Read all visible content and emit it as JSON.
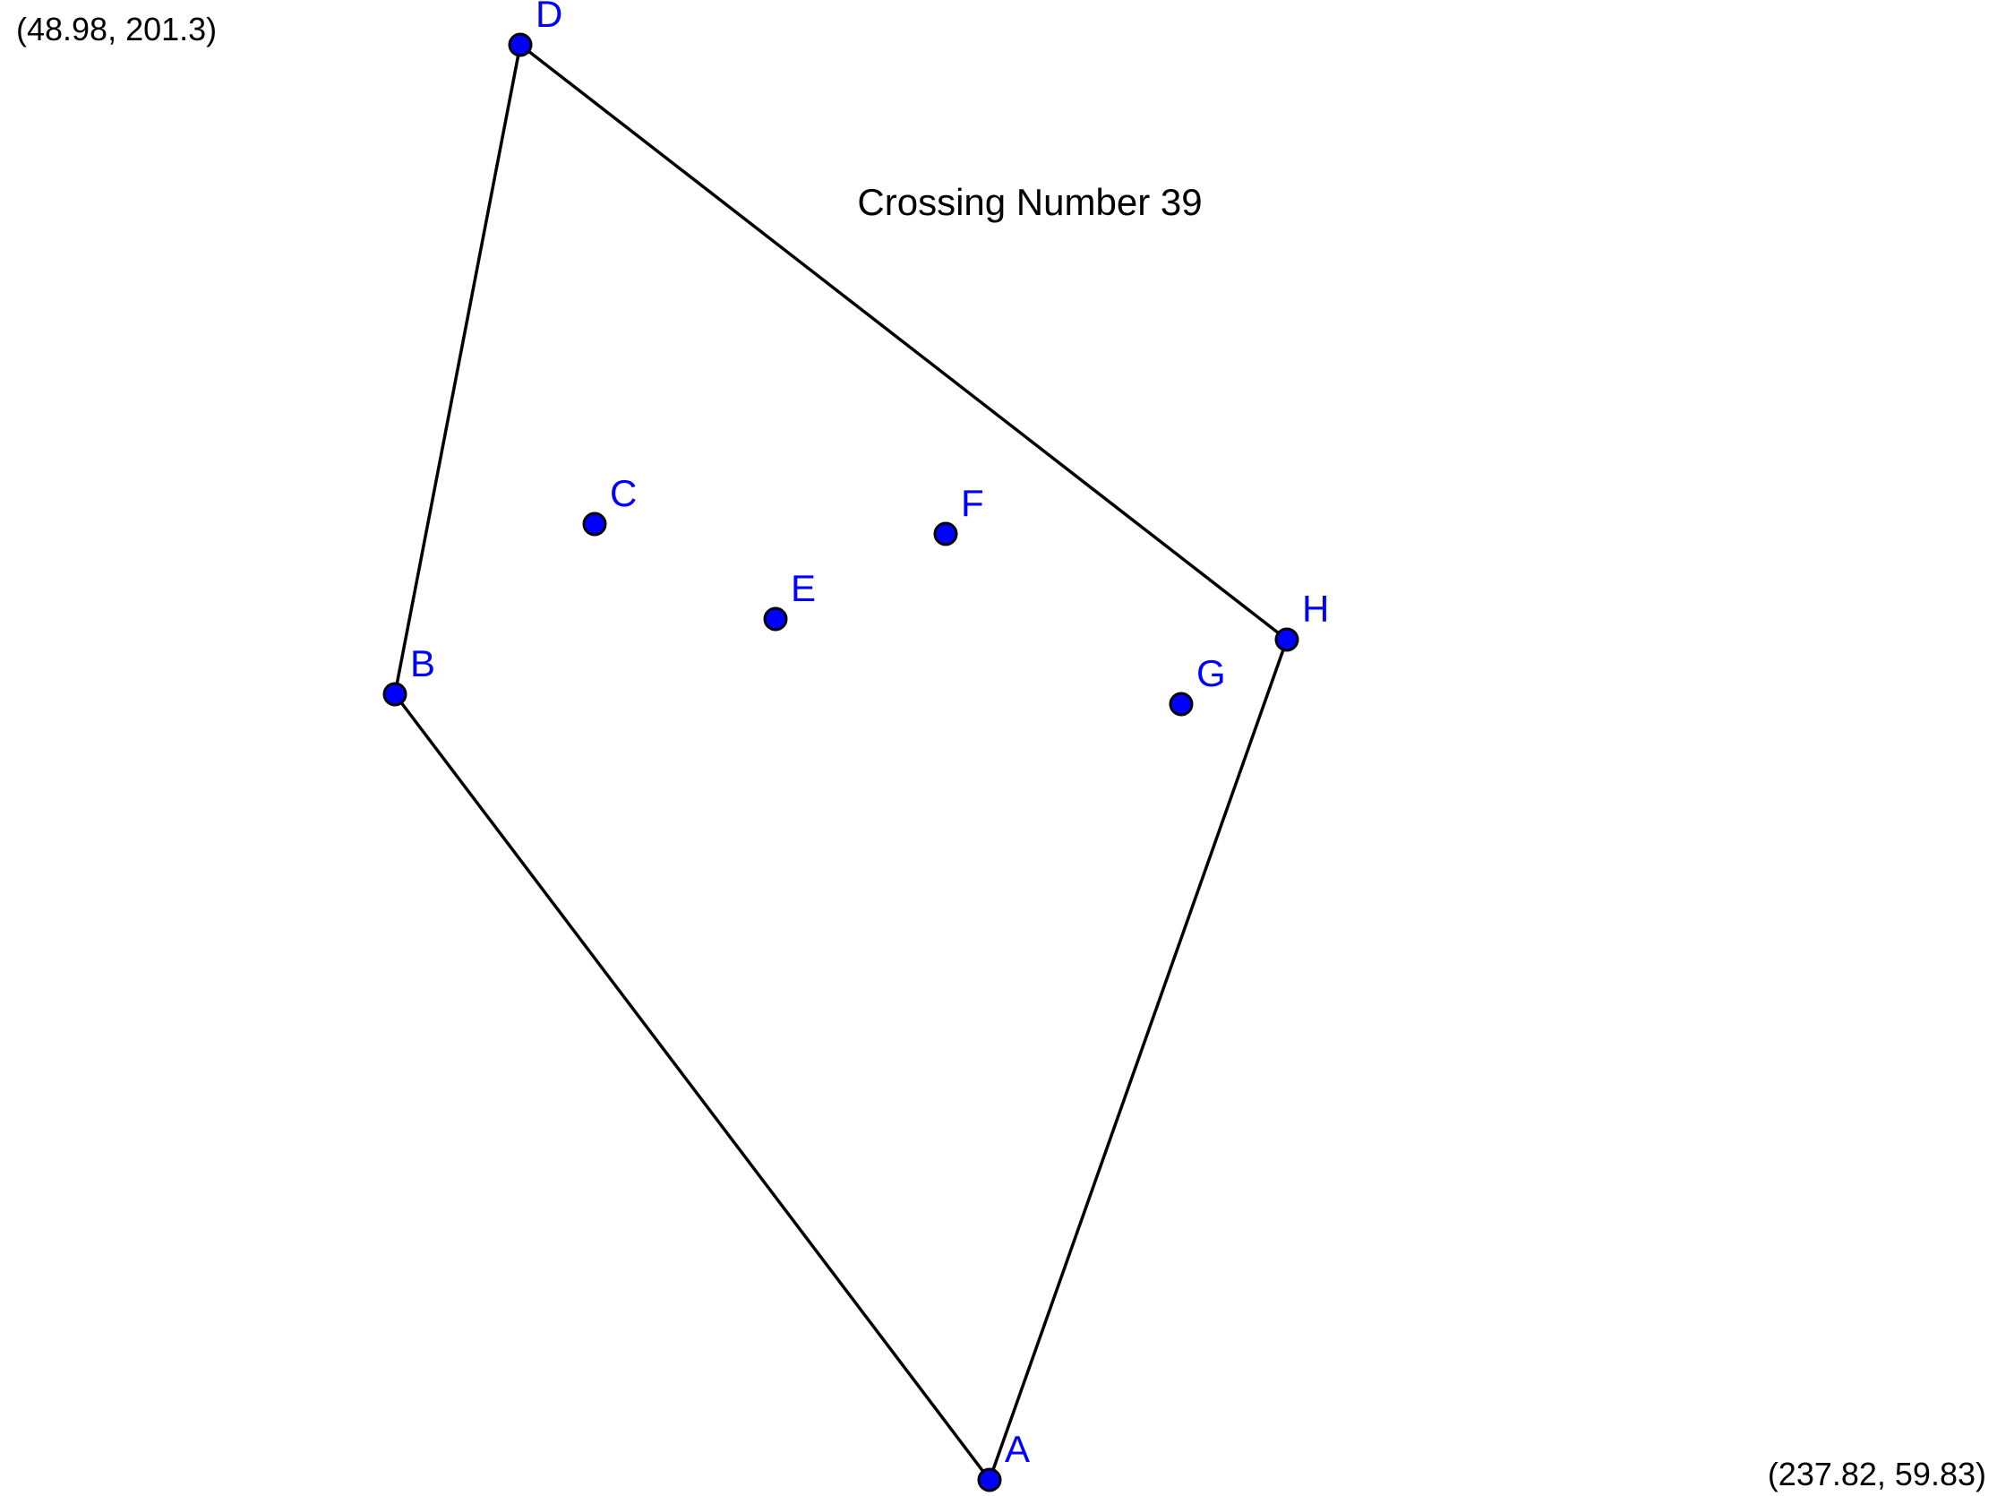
{
  "corner_top_left": "(48.98, 201.3)",
  "corner_bottom_right": "(237.82, 59.83)",
  "title": "Crossing Number 39",
  "colors": {
    "point_fill": "#0000ff",
    "label": "#0000ff",
    "edge": "#000000",
    "background": "#ffffff"
  },
  "points": [
    {
      "id": "A",
      "label": "A"
    },
    {
      "id": "B",
      "label": "B"
    },
    {
      "id": "C",
      "label": "C"
    },
    {
      "id": "D",
      "label": "D"
    },
    {
      "id": "E",
      "label": "E"
    },
    {
      "id": "F",
      "label": "F"
    },
    {
      "id": "G",
      "label": "G"
    },
    {
      "id": "H",
      "label": "H"
    }
  ],
  "edges": [
    {
      "from": "D",
      "to": "H"
    },
    {
      "from": "H",
      "to": "A"
    },
    {
      "from": "A",
      "to": "B"
    },
    {
      "from": "B",
      "to": "D"
    }
  ]
}
